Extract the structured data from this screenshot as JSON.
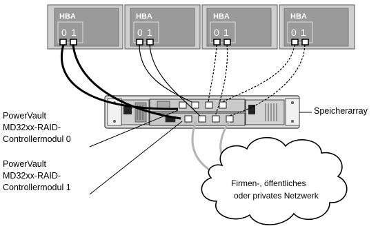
{
  "hosts": [
    {
      "label": "HBA",
      "port0": "0",
      "port1": "1"
    },
    {
      "label": "HBA",
      "port0": "0",
      "port1": "1"
    },
    {
      "label": "HBA",
      "port0": "0",
      "port1": "1"
    },
    {
      "label": "HBA",
      "port0": "0",
      "port1": "1"
    }
  ],
  "labels": {
    "storage_array": "Speicherarray",
    "controller0_line1": "PowerVault",
    "controller0_line2": "MD32xx-RAID-",
    "controller0_line3": "Controllermodul 0",
    "controller1_line1": "PowerVault",
    "controller1_line2": "MD32xx-RAID-",
    "controller1_line3": "Controllermodul 1",
    "network_line1": "Firmen-, öffentliches",
    "network_line2": "oder privates Netzwerk"
  },
  "colors": {
    "host_box": "#cfcfcf",
    "hba_card": "#9a9a9a",
    "cable_solid": "#000000",
    "cable_gray": "#b5b5b5"
  }
}
